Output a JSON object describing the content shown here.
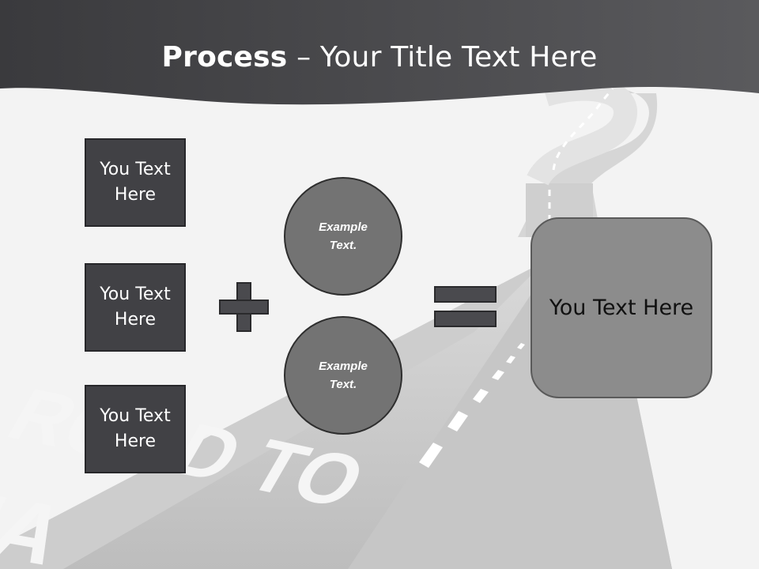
{
  "slide": {
    "title_bold": "Process",
    "title_rest": " – Your Title Text Here",
    "left_boxes": [
      {
        "label": "You Text Here"
      },
      {
        "label": "You Text Here"
      },
      {
        "label": "You Text Here"
      }
    ],
    "circles": [
      {
        "label": "Example Text."
      },
      {
        "label": "Example Text."
      }
    ],
    "result_label": "You Text Here",
    "background_road_text": "ROAD TO CHA",
    "operators": [
      "plus-sign",
      "equals-sign"
    ]
  },
  "colors": {
    "header_band": "#48484b",
    "box_fill": "#414145",
    "circle_fill": "#737373",
    "result_fill": "#8c8c8c",
    "road": "#c4c4c4",
    "background": "#f2f2f2"
  }
}
